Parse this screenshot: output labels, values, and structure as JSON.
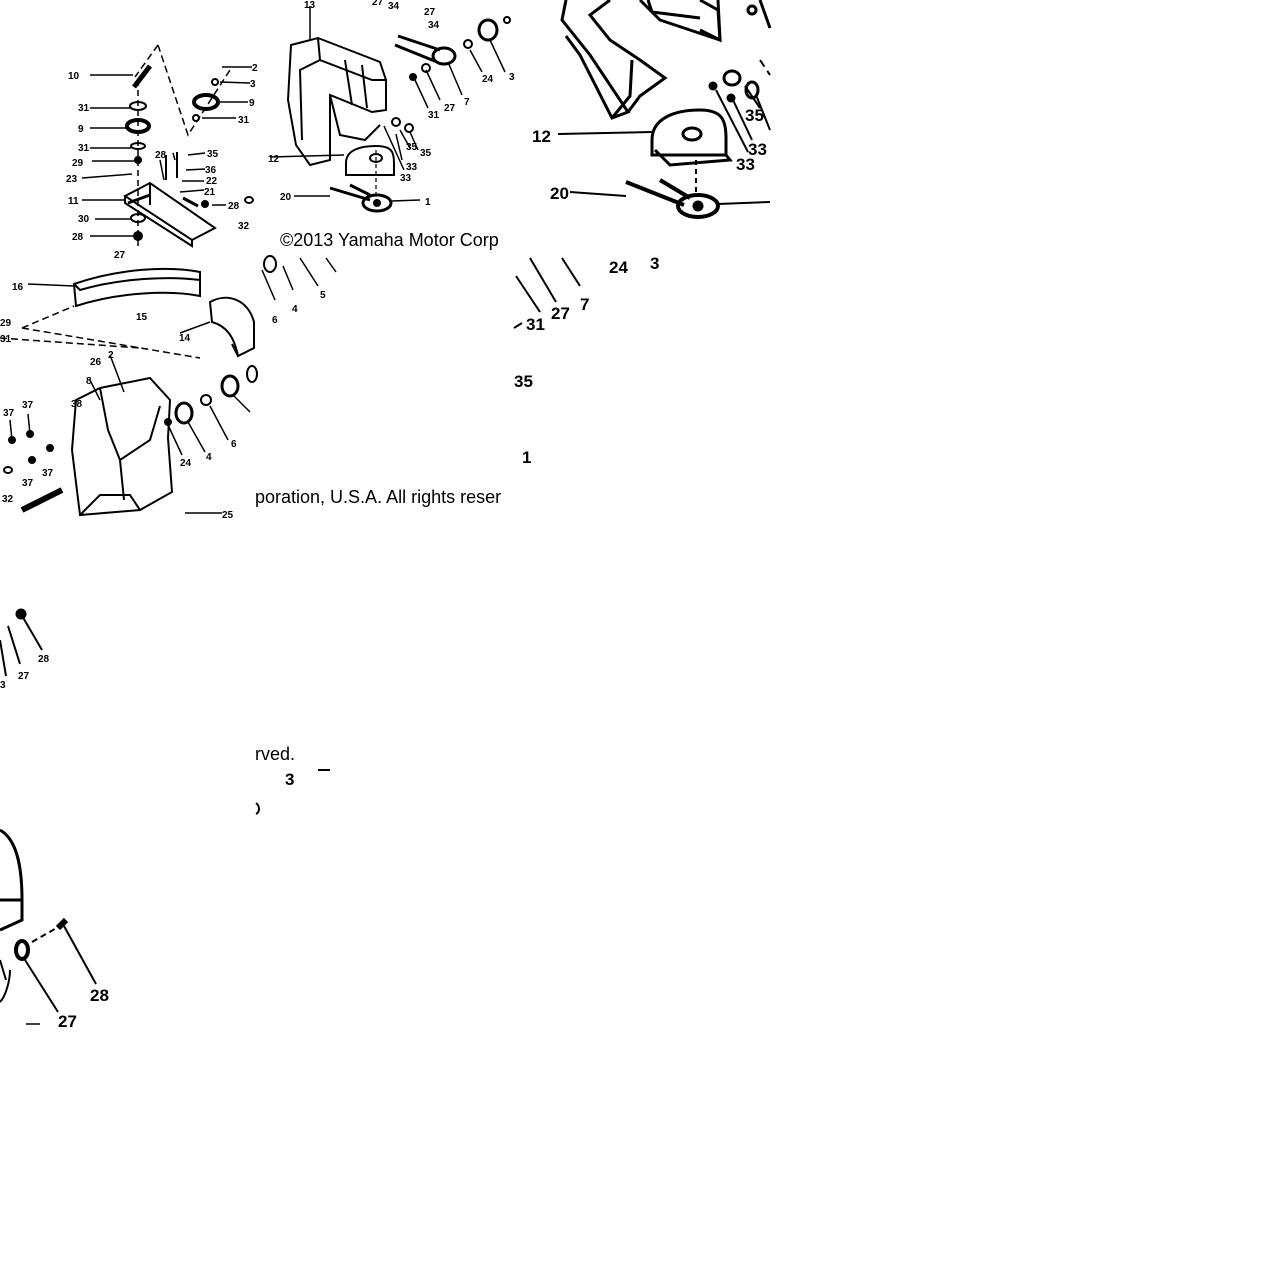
{
  "copyright": {
    "line1": "©2013 Yamaha Motor Corp",
    "line2": "poration, U.S.A. All rights reser",
    "line3": "rved."
  },
  "tile_a": {
    "labels": [
      "10",
      "31",
      "9",
      "31",
      "29",
      "23",
      "11",
      "30",
      "28",
      "27",
      "28",
      "36",
      "35",
      "22",
      "21",
      "28",
      "32",
      "2",
      "3",
      "9",
      "31",
      "13",
      "12",
      "20",
      "1",
      "27",
      "34",
      "27",
      "34",
      "3",
      "24",
      "7",
      "27",
      "31",
      "35",
      "35",
      "33",
      "33",
      "31"
    ]
  },
  "tile_b": {
    "labels": [
      "12",
      "20",
      "35",
      "33",
      "33",
      "31",
      "27",
      "7",
      "24",
      "3",
      "35",
      "1"
    ]
  },
  "tile_c": {
    "labels": [
      "16",
      "15",
      "14",
      "29",
      "31",
      "26",
      "2",
      "8",
      "37",
      "37",
      "38",
      "37",
      "37",
      "32",
      "24",
      "4",
      "6",
      "6",
      "4",
      "5",
      "25"
    ]
  },
  "tile_d": {
    "labels": [
      "28",
      "27",
      "3",
      "3",
      "28",
      "27"
    ]
  }
}
